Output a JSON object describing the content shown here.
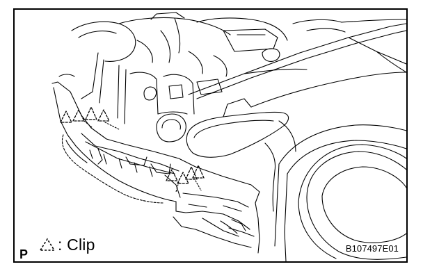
{
  "legend": {
    "symbol": "dashed-triangle-clip-icon",
    "label": ": Clip"
  },
  "corner_letter": "P",
  "figure_code": "B107497E01",
  "colors": {
    "line": "#000000",
    "background": "#ffffff"
  }
}
